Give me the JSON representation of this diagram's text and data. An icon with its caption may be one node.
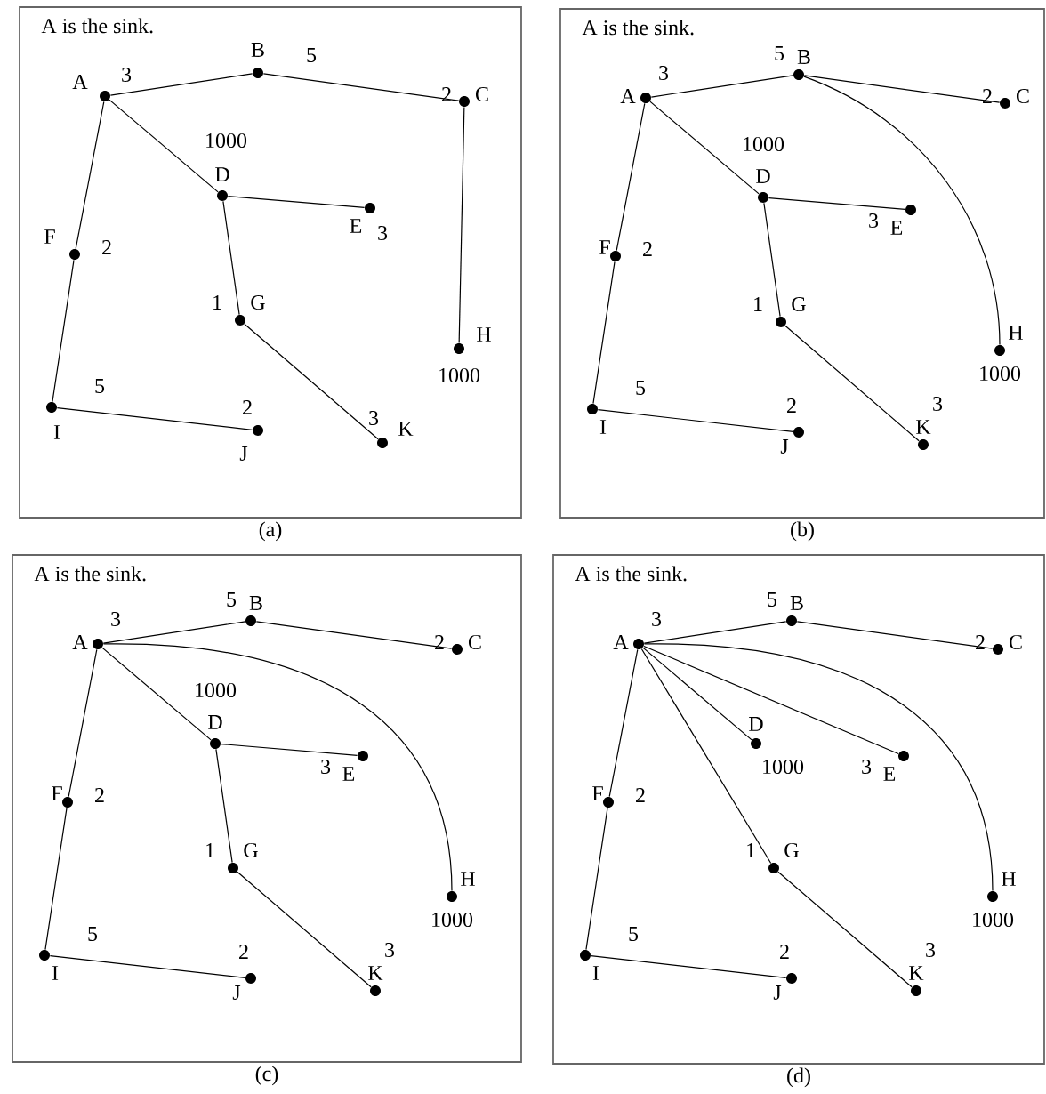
{
  "diagram": {
    "nodes": [
      {
        "text": [
          "A is the sink."
        ],
        "beside": [
          "(a)"
        ]
      },
      {
        "text": [
          "A"
        ],
        "beside": [
          "3"
        ],
        "in": 0
      },
      {
        "text": [
          "B"
        ],
        "beside": [
          "5"
        ],
        "in": 0
      },
      {
        "text": [
          "C"
        ],
        "beside": [
          "2"
        ],
        "in": 0
      },
      {
        "text": [
          "D"
        ],
        "beside": [
          "1000"
        ],
        "in": 0
      },
      {
        "text": [
          "E"
        ],
        "beside": [
          "3"
        ],
        "in": 0
      },
      {
        "text": [
          "F"
        ],
        "beside": [
          "2"
        ],
        "in": 0
      },
      {
        "text": [
          "G"
        ],
        "beside": [
          "1"
        ],
        "in": 0
      },
      {
        "text": [
          "H"
        ],
        "beside": [
          "1000"
        ],
        "in": 0
      },
      {
        "text": [
          "I"
        ],
        "beside": [
          "5"
        ],
        "in": 0
      },
      {
        "text": [
          "J"
        ],
        "beside": [
          "2"
        ],
        "in": 0
      },
      {
        "text": [
          "K"
        ],
        "beside": [
          "3"
        ],
        "in": 0
      },
      {
        "text": [
          "A is the sink."
        ],
        "beside": [
          "(b)"
        ]
      },
      {
        "text": [
          "A"
        ],
        "beside": [
          "3"
        ],
        "in": 12
      },
      {
        "text": [
          "B"
        ],
        "beside": [
          "5"
        ],
        "in": 12
      },
      {
        "text": [
          "C"
        ],
        "beside": [
          "2"
        ],
        "in": 12
      },
      {
        "text": [
          "D"
        ],
        "beside": [
          "1000"
        ],
        "in": 12
      },
      {
        "text": [
          "E"
        ],
        "beside": [
          "3"
        ],
        "in": 12
      },
      {
        "text": [
          "F"
        ],
        "beside": [
          "2"
        ],
        "in": 12
      },
      {
        "text": [
          "G"
        ],
        "beside": [
          "1"
        ],
        "in": 12
      },
      {
        "text": [
          "H"
        ],
        "beside": [
          "1000"
        ],
        "in": 12
      },
      {
        "text": [
          "I"
        ],
        "beside": [
          "5"
        ],
        "in": 12
      },
      {
        "text": [
          "J"
        ],
        "beside": [
          "2"
        ],
        "in": 12
      },
      {
        "text": [
          "K"
        ],
        "beside": [
          "3"
        ],
        "in": 12
      },
      {
        "text": [
          "A is the sink."
        ],
        "beside": [
          "(c)"
        ]
      },
      {
        "text": [
          "A"
        ],
        "beside": [
          "3"
        ],
        "in": 24
      },
      {
        "text": [
          "B"
        ],
        "beside": [
          "5"
        ],
        "in": 24
      },
      {
        "text": [
          "C"
        ],
        "beside": [
          "2"
        ],
        "in": 24
      },
      {
        "text": [
          "D"
        ],
        "beside": [
          "1000"
        ],
        "in": 24
      },
      {
        "text": [
          "E"
        ],
        "beside": [
          "3"
        ],
        "in": 24
      },
      {
        "text": [
          "F"
        ],
        "beside": [
          "2"
        ],
        "in": 24
      },
      {
        "text": [
          "G"
        ],
        "beside": [
          "1"
        ],
        "in": 24
      },
      {
        "text": [
          "H"
        ],
        "beside": [
          "1000"
        ],
        "in": 24
      },
      {
        "text": [
          "I"
        ],
        "beside": [
          "5"
        ],
        "in": 24
      },
      {
        "text": [
          "J"
        ],
        "beside": [
          "2"
        ],
        "in": 24
      },
      {
        "text": [
          "K"
        ],
        "beside": [
          "3"
        ],
        "in": 24
      },
      {
        "text": [
          "A is the sink."
        ],
        "beside": [
          "(d)"
        ]
      },
      {
        "text": [
          "A"
        ],
        "beside": [
          "3"
        ],
        "in": 36
      },
      {
        "text": [
          "B"
        ],
        "beside": [
          "5"
        ],
        "in": 36
      },
      {
        "text": [
          "C"
        ],
        "beside": [
          "2"
        ],
        "in": 36
      },
      {
        "text": [
          "D"
        ],
        "beside": [
          "1000"
        ],
        "in": 36
      },
      {
        "text": [
          "E"
        ],
        "beside": [
          "3"
        ],
        "in": 36
      },
      {
        "text": [
          "F"
        ],
        "beside": [
          "2"
        ],
        "in": 36
      },
      {
        "text": [
          "G"
        ],
        "beside": [
          "1"
        ],
        "in": 36
      },
      {
        "text": [
          "H"
        ],
        "beside": [
          "1000"
        ],
        "in": 36
      },
      {
        "text": [
          "I"
        ],
        "beside": [
          "5"
        ],
        "in": 36
      },
      {
        "text": [
          "J"
        ],
        "beside": [
          "2"
        ],
        "in": 36
      },
      {
        "text": [
          "K"
        ],
        "beside": [
          "3"
        ],
        "in": 36
      }
    ],
    "edges": [
      {
        "from": 1,
        "to": 2,
        "arrow": "none"
      },
      {
        "from": 2,
        "to": 3,
        "arrow": "none"
      },
      {
        "from": 3,
        "to": 8,
        "arrow": "none"
      },
      {
        "from": 1,
        "to": 4,
        "arrow": "none"
      },
      {
        "from": 4,
        "to": 5,
        "arrow": "none"
      },
      {
        "from": 4,
        "to": 7,
        "arrow": "none"
      },
      {
        "from": 7,
        "to": 11,
        "arrow": "none"
      },
      {
        "from": 1,
        "to": 6,
        "arrow": "none"
      },
      {
        "from": 6,
        "to": 9,
        "arrow": "none"
      },
      {
        "from": 9,
        "to": 10,
        "arrow": "none"
      },
      {
        "from": 13,
        "to": 14,
        "arrow": "none"
      },
      {
        "from": 14,
        "to": 15,
        "arrow": "none"
      },
      {
        "from": 14,
        "to": 20,
        "arrow": "none"
      },
      {
        "from": 13,
        "to": 16,
        "arrow": "none"
      },
      {
        "from": 16,
        "to": 17,
        "arrow": "none"
      },
      {
        "from": 16,
        "to": 19,
        "arrow": "none"
      },
      {
        "from": 19,
        "to": 23,
        "arrow": "none"
      },
      {
        "from": 13,
        "to": 18,
        "arrow": "none"
      },
      {
        "from": 18,
        "to": 21,
        "arrow": "none"
      },
      {
        "from": 21,
        "to": 22,
        "arrow": "none"
      },
      {
        "from": 25,
        "to": 26,
        "arrow": "none"
      },
      {
        "from": 26,
        "to": 27,
        "arrow": "none"
      },
      {
        "from": 25,
        "to": 32,
        "arrow": "none"
      },
      {
        "from": 25,
        "to": 28,
        "arrow": "none"
      },
      {
        "from": 28,
        "to": 29,
        "arrow": "none"
      },
      {
        "from": 28,
        "to": 31,
        "arrow": "none"
      },
      {
        "from": 31,
        "to": 35,
        "arrow": "none"
      },
      {
        "from": 25,
        "to": 30,
        "arrow": "none"
      },
      {
        "from": 30,
        "to": 33,
        "arrow": "none"
      },
      {
        "from": 33,
        "to": 34,
        "arrow": "none"
      },
      {
        "from": 37,
        "to": 38,
        "arrow": "none"
      },
      {
        "from": 38,
        "to": 39,
        "arrow": "none"
      },
      {
        "from": 37,
        "to": 44,
        "arrow": "none"
      },
      {
        "from": 37,
        "to": 40,
        "arrow": "none"
      },
      {
        "from": 37,
        "to": 41,
        "arrow": "none"
      },
      {
        "from": 37,
        "to": 43,
        "arrow": "none"
      },
      {
        "from": 43,
        "to": 47,
        "arrow": "none"
      },
      {
        "from": 37,
        "to": 42,
        "arrow": "none"
      },
      {
        "from": 42,
        "to": 45,
        "arrow": "none"
      },
      {
        "from": 45,
        "to": 46,
        "arrow": "none"
      }
    ]
  }
}
